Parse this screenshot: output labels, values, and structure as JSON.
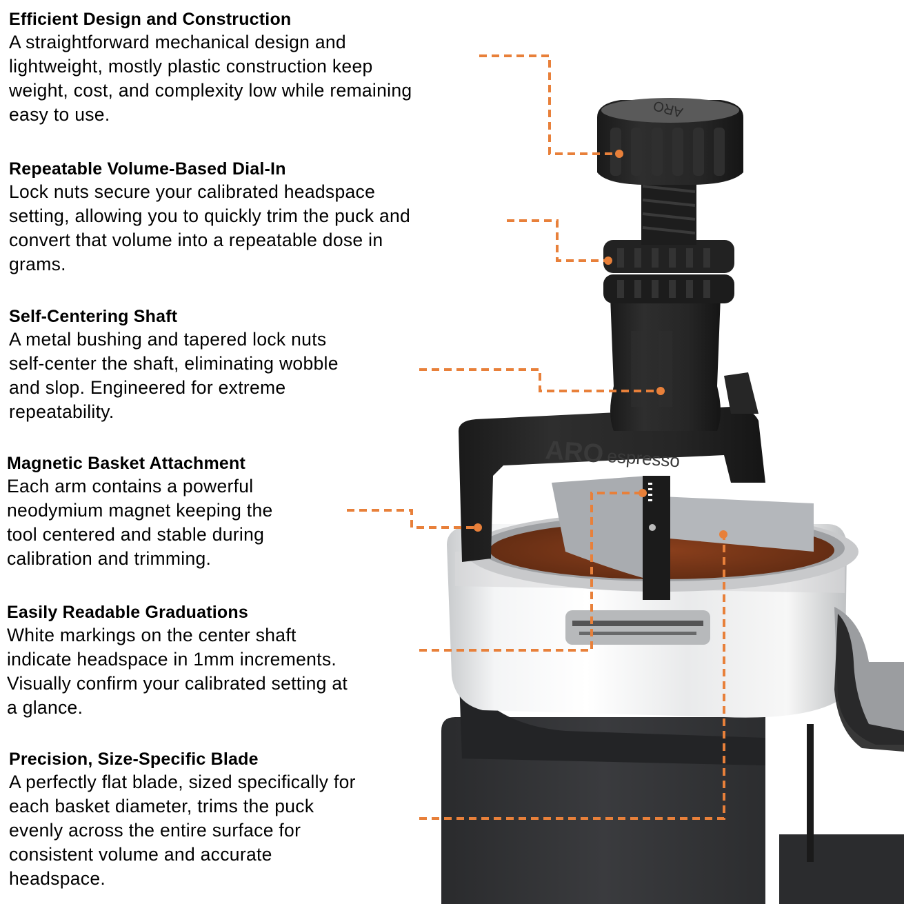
{
  "accent_color": "#E8803A",
  "features": [
    {
      "title": "Efficient Design and Construction",
      "body": "A straightforward mechanical design and\nlightweight, mostly plastic construction keep\nweight, cost, and complexity low while remaining\neasy to use."
    },
    {
      "title": "Repeatable Volume-Based Dial-In",
      "body": "Lock nuts secure your calibrated headspace\nsetting, allowing you to quickly trim the puck and\nconvert that volume into a repeatable dose in\ngrams."
    },
    {
      "title": "Self-Centering Shaft",
      "body": "A metal bushing and tapered lock nuts\nself-center the shaft, eliminating wobble\nand slop. Engineered for extreme\nrepeatability."
    },
    {
      "title": "Magnetic Basket Attachment",
      "body": "Each arm contains a powerful\nneodymium magnet keeping the\ntool centered and stable during\ncalibration and trimming."
    },
    {
      "title": "Easily Readable Graduations",
      "body": "White markings on the center shaft\nindicate headspace in 1mm increments.\nVisually confirm your calibrated setting at\na glance."
    },
    {
      "title": "Precision, Size-Specific Blade",
      "body": "A perfectly flat blade, sized specifically for\neach basket diameter, trims the puck\nevenly across the entire surface for\nconsistent volume and accurate\nheadspace."
    }
  ],
  "product": {
    "brand_logo": "ARO",
    "brand_sub": "espresso",
    "knob_engraving": "ARO"
  }
}
